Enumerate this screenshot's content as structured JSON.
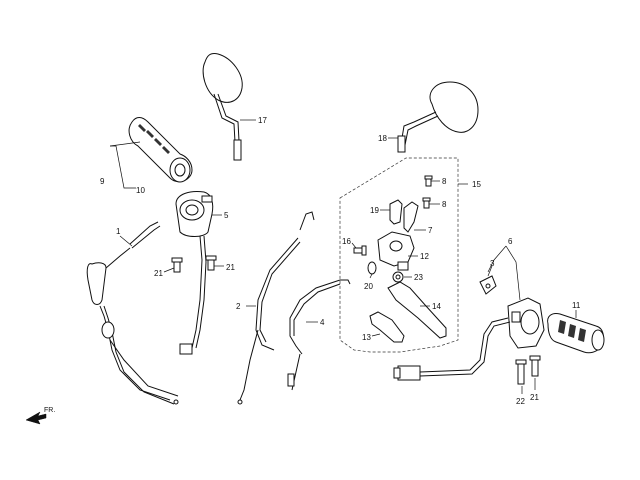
{
  "diagram": {
    "direction_label": "FR.",
    "callouts": {
      "c1": "1",
      "c2": "2",
      "c3": "3",
      "c4": "4",
      "c5": "5",
      "c6": "6",
      "c7": "7",
      "c8a": "8",
      "c8b": "8",
      "c9": "9",
      "c10": "10",
      "c11": "11",
      "c12": "12",
      "c13": "13",
      "c14": "14",
      "c15": "15",
      "c16": "16",
      "c17": "17",
      "c18": "18",
      "c19": "19",
      "c20": "20",
      "c21a": "21",
      "c21b": "21",
      "c21c": "21",
      "c22": "22",
      "c23": "23"
    }
  }
}
